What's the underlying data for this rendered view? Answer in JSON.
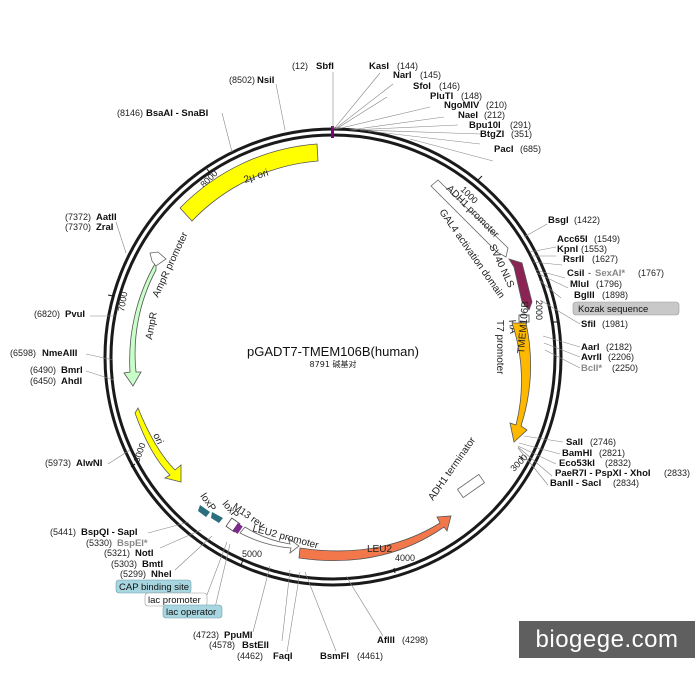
{
  "plasmid": {
    "name": "pGADT7-TMEM106B(human)",
    "size_text": "8791 碱基对"
  },
  "sites": [
    {
      "id": "sbfi",
      "name": "SbfI",
      "pos": "(12)"
    },
    {
      "id": "nsii",
      "name": "NsiI",
      "pos": "(8502)"
    },
    {
      "id": "bsaai-snabi",
      "name": "BsaAI - SnaBI",
      "pos": "(8146)"
    },
    {
      "id": "aatii",
      "name": "AatII",
      "pos": "(7372)"
    },
    {
      "id": "zrai",
      "name": "ZraI",
      "pos": "(7370)"
    },
    {
      "id": "pvui",
      "name": "PvuI",
      "pos": "(6820)"
    },
    {
      "id": "nmeaiii",
      "name": "NmeAIII",
      "pos": "(6598)"
    },
    {
      "id": "bmri",
      "name": "BmrI",
      "pos": "(6490)"
    },
    {
      "id": "ahdi",
      "name": "AhdI",
      "pos": "(6450)"
    },
    {
      "id": "alwni",
      "name": "AlwNI",
      "pos": "(5973)"
    },
    {
      "id": "bspqi-sapi",
      "name": "BspQI - SapI",
      "pos": "(5441)"
    },
    {
      "id": "bspei",
      "name": "BspEI*",
      "pos": "(5330)"
    },
    {
      "id": "noti",
      "name": "NotI",
      "pos": "(5321)"
    },
    {
      "id": "bmti",
      "name": "BmtI",
      "pos": "(5303)"
    },
    {
      "id": "nhei",
      "name": "NheI",
      "pos": "(5299)"
    },
    {
      "id": "kasi",
      "name": "KasI",
      "pos": "(144)"
    },
    {
      "id": "nari",
      "name": "NarI",
      "pos": "(145)"
    },
    {
      "id": "sfoi",
      "name": "SfoI",
      "pos": "(146)"
    },
    {
      "id": "pluti",
      "name": "PluTI",
      "pos": "(148)"
    },
    {
      "id": "ngomiv",
      "name": "NgoMIV",
      "pos": "(210)"
    },
    {
      "id": "naei",
      "name": "NaeI",
      "pos": "(212)"
    },
    {
      "id": "bpu10i",
      "name": "Bpu10I",
      "pos": "(291)"
    },
    {
      "id": "btgzi",
      "name": "BtgZI",
      "pos": "(351)"
    },
    {
      "id": "paci",
      "name": "PacI",
      "pos": "(685)"
    },
    {
      "id": "bsgi",
      "name": "BsgI",
      "pos": "(1422)"
    },
    {
      "id": "acc65i",
      "name": "Acc65I",
      "pos": "(1549)"
    },
    {
      "id": "kpni",
      "name": "KpnI",
      "pos": "(1553)"
    },
    {
      "id": "rsrii",
      "name": "RsrII",
      "pos": "(1627)"
    },
    {
      "id": "csii",
      "name": "CsiI",
      "name2": "SexAI*",
      "pos": "(1767)"
    },
    {
      "id": "mlui",
      "name": "MluI",
      "pos": "(1796)"
    },
    {
      "id": "bglii",
      "name": "BglII",
      "pos": "(1898)"
    },
    {
      "id": "sfii",
      "name": "SfiI",
      "pos": "(1981)"
    },
    {
      "id": "aari",
      "name": "AarI",
      "pos": "(2182)"
    },
    {
      "id": "avrii",
      "name": "AvrII",
      "pos": "(2206)"
    },
    {
      "id": "bcli",
      "name": "BclI*",
      "pos": "(2250)"
    },
    {
      "id": "sali",
      "name": "SalI",
      "pos": "(2746)"
    },
    {
      "id": "bamhi",
      "name": "BamHI",
      "pos": "(2821)"
    },
    {
      "id": "eco53ki",
      "name": "Eco53kI",
      "pos": "(2832)"
    },
    {
      "id": "paer7i",
      "name": "PaeR7I - PspXI - XhoI",
      "pos": "(2833)"
    },
    {
      "id": "banii-saci",
      "name": "BanII - SacI",
      "pos": "(2834)"
    },
    {
      "id": "ppumi",
      "name": "PpuMI",
      "pos": "(4723)"
    },
    {
      "id": "bsteii",
      "name": "BstEII",
      "pos": "(4578)"
    },
    {
      "id": "faqi",
      "name": "FaqI",
      "pos": "(4462)"
    },
    {
      "id": "bsmfi",
      "name": "BsmFI",
      "pos": "(4461)"
    },
    {
      "id": "aflii",
      "name": "AflII",
      "pos": "(4298)"
    }
  ],
  "features": {
    "two_micron_ori": "2μ ori",
    "adh1_promoter": "ADH1 promoter",
    "gal4_ad": "GAL4 activation domain",
    "sv40_nls": "SV40 NLS",
    "ha": "HA",
    "t7_promoter": "T7 promoter",
    "tmem106b": "TMEM106B",
    "adh1_terminator": "ADH1 terminator",
    "leu2": "LEU2",
    "leu2_promoter": "LEU2 promoter",
    "m13_rev": "M13 rev",
    "loxp": "loxP",
    "ori": "ori",
    "ampr": "AmpR",
    "ampr_promoter": "AmpR promoter"
  },
  "boxed_labels": {
    "kozak": "Kozak sequence",
    "cap": "CAP binding site",
    "lac_promoter": "lac promoter",
    "lac_operator": "lac operator"
  },
  "ticks": [
    "1000",
    "2000",
    "3000",
    "4000",
    "5000",
    "6000",
    "7000",
    "8000"
  ],
  "watermark": "biogege.com",
  "colors": {
    "two_micron_ori": "#ffff00",
    "gal4_ad": "#8b2455",
    "tmem106b": "#ffb800",
    "leu2": "#f2784b",
    "ori": "#ffff00",
    "ampr": "#c8ffc8",
    "loxp": "#2a6f7f",
    "kozak_box": "#c8c8c8",
    "cap_box": "#a8d6e0",
    "lac_operator_box": "#a8d6e0"
  }
}
